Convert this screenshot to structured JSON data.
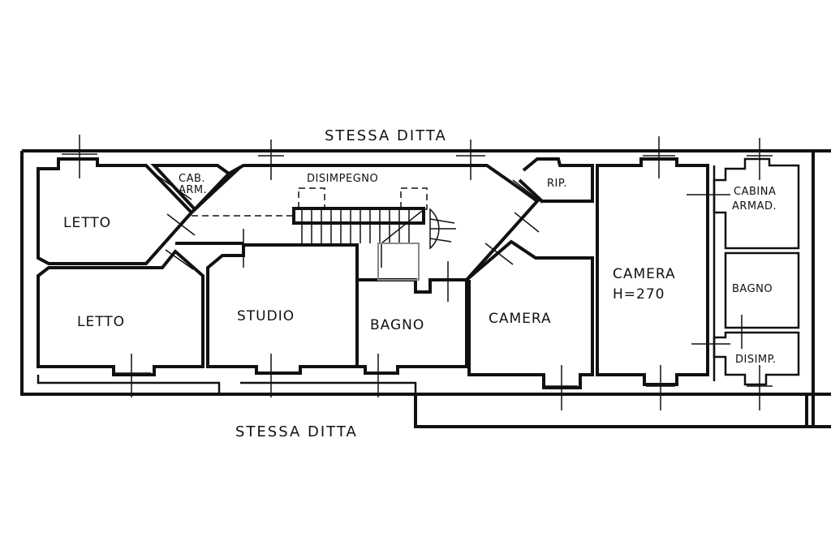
{
  "labels": {
    "top_neighbor": "STESSA DITTA",
    "bottom_neighbor": "STESSA DITTA",
    "letto_1": "LETTO",
    "letto_2": "LETTO",
    "cab_arm_1": "CAB.",
    "cab_arm_2": "ARM.",
    "disimpegno": "DISIMPEGNO",
    "studio": "STUDIO",
    "bagno_1": "BAGNO",
    "rip": "RIP.",
    "camera_1": "CAMERA",
    "camera_2": "CAMERA",
    "camera_2_height": "H=270",
    "cabina_1": "CABINA",
    "cabina_2": "ARMAD.",
    "bagno_2": "BAGNO",
    "disimp": "DISIMP."
  },
  "colors": {
    "ink": "#111111",
    "background": "#ffffff"
  }
}
